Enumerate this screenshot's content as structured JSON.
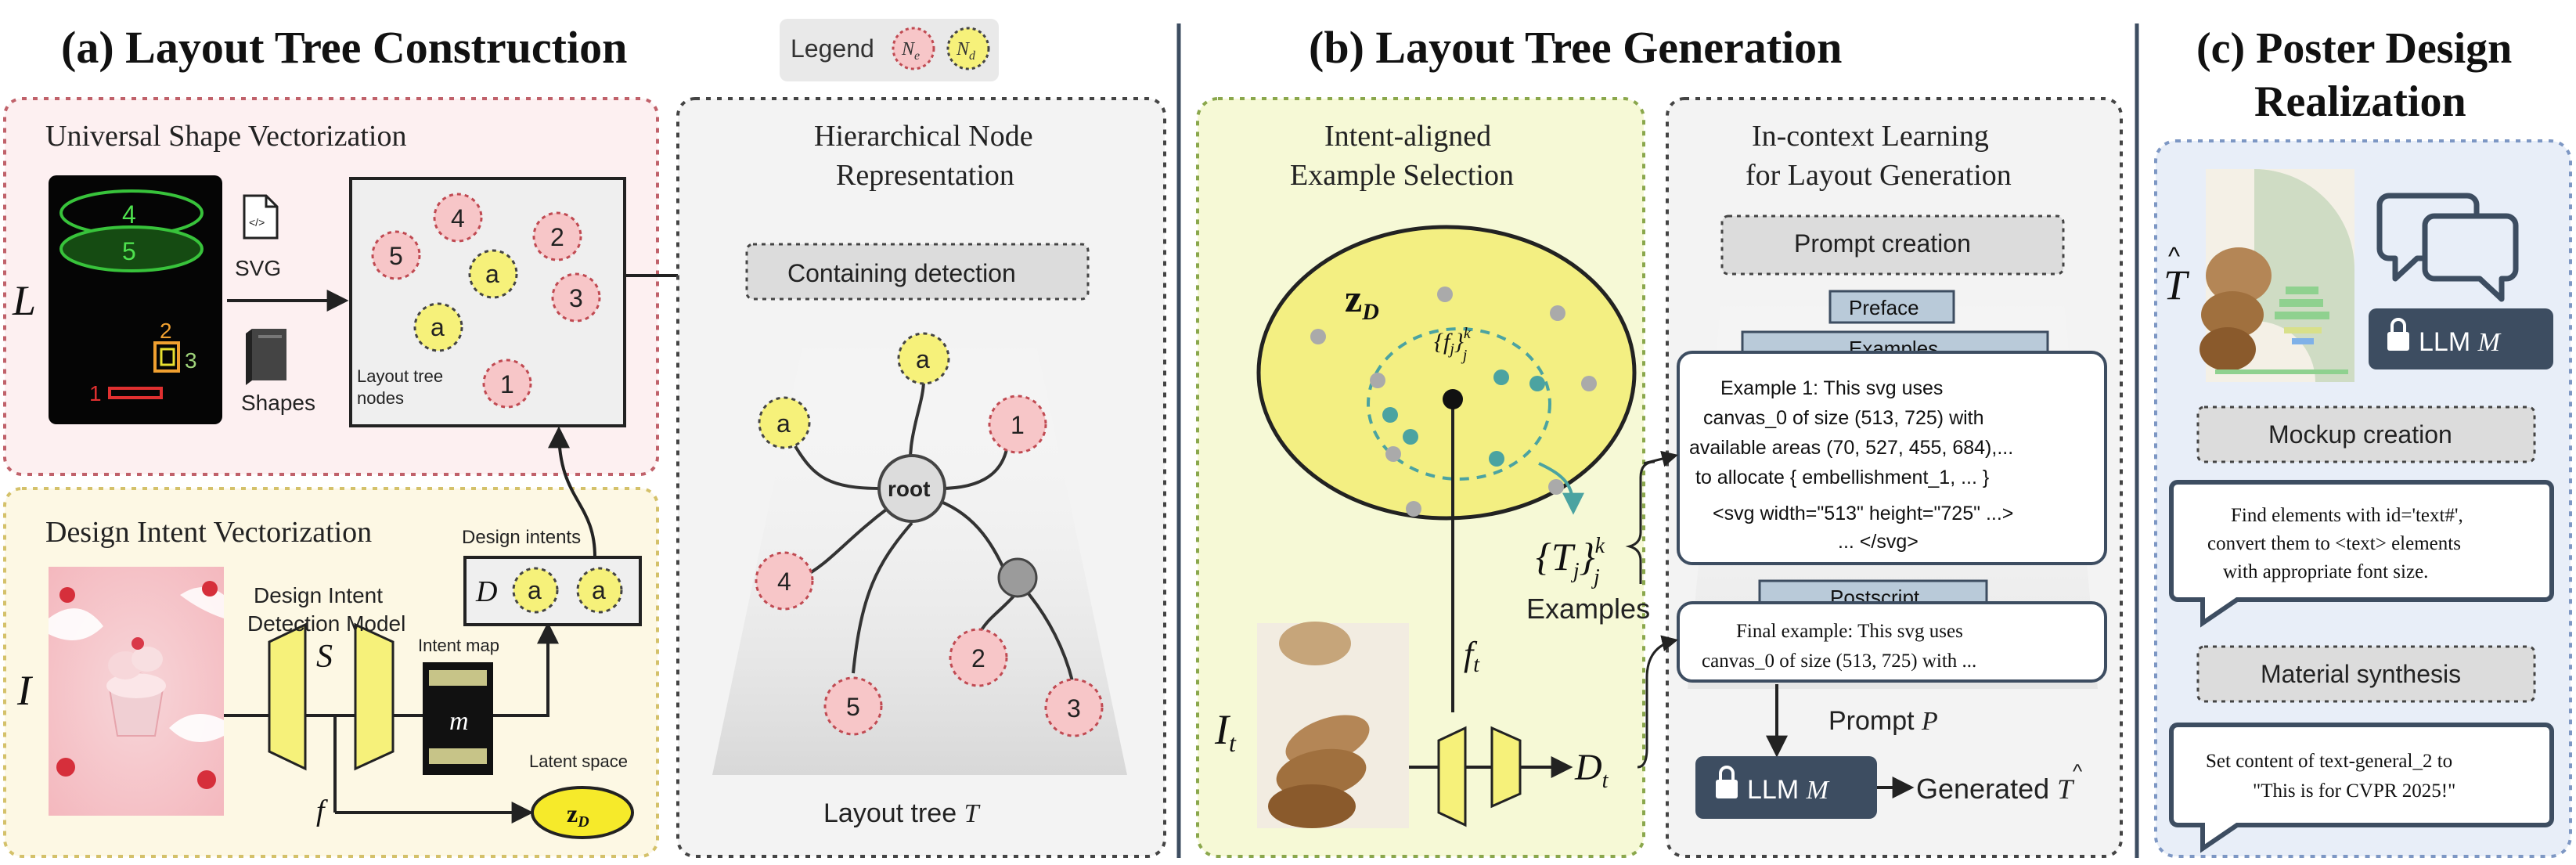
{
  "sections": {
    "a": {
      "title": "(a) Layout Tree Construction",
      "legend": {
        "label": "Legend",
        "ne": "N",
        "ne_sub": "e",
        "nd": "N",
        "nd_sub": "d"
      },
      "usv": {
        "title": "Universal Shape Vectorization",
        "input_symbol": "L",
        "poster_numbers": [
          "4",
          "5",
          "2",
          "3",
          "1"
        ],
        "svg_label": "SVG",
        "shapes_label": "Shapes",
        "nodes_label_1": "Layout tree",
        "nodes_label_2": "nodes",
        "nodes": [
          "4",
          "5",
          "a",
          "2",
          "3",
          "a",
          "1"
        ]
      },
      "div": {
        "title": "Design Intent Vectorization",
        "input_symbol": "I",
        "model_label_1": "Design Intent",
        "model_label_2": "Detection Model",
        "model_symbol": "S",
        "intents_label": "Design intents",
        "intent_set_symbol": "D",
        "intent_nodes": [
          "a",
          "a"
        ],
        "intent_map_label": "Intent map",
        "intent_map_symbol": "m",
        "latent_label": "Latent space",
        "latent_symbol": "z",
        "latent_sub": "D",
        "f_symbol": "f"
      },
      "hnr": {
        "title_1": "Hierarchical Node",
        "title_2": "Representation",
        "detect_label": "Containing detection",
        "tree_nodes": [
          "a",
          "a",
          "1",
          "root",
          "4",
          "2",
          "5",
          "3"
        ],
        "tree_caption": "Layout tree",
        "tree_symbol": "T"
      }
    },
    "b": {
      "title": "(b) Layout Tree Generation",
      "ies": {
        "title_1": "Intent-aligned",
        "title_2": "Example Selection",
        "space_symbol": "z",
        "space_sub": "D",
        "fset": "{f",
        "fset_sub": "j",
        "fset_close": "}",
        "fset_sup": "k",
        "fset_sub2": "j",
        "ft_symbol": "f",
        "ft_sub": "t",
        "It_symbol": "I",
        "It_sub": "t",
        "Dt_symbol": "D",
        "Dt_sub": "t",
        "tset": "{T",
        "tset_sub": "j",
        "tset_close": "}",
        "tset_sup": "k",
        "tset_sub2": "j",
        "examples_label": "Examples"
      },
      "icl": {
        "title_1": "In-context Learning",
        "title_2": "for Layout Generation",
        "prompt_creation": "Prompt creation",
        "preface": "Preface",
        "examples": "Examples",
        "example_lines": [
          "Example 1: This svg uses",
          "canvas_0 of size (513, 725) with",
          "available areas (70, 527, 455, 684),...",
          "to allocate { embellishment_1, ... }",
          "<svg width=\"513\" height=\"725\" ...>",
          "... </svg>"
        ],
        "postscript": "Postscript",
        "post_lines": [
          "Final example: This svg uses",
          "canvas_0 of size (513, 725) with ..."
        ],
        "prompt_label": "Prompt",
        "prompt_symbol": "P",
        "llm_label": "LLM",
        "llm_symbol": "M",
        "generated_label": "Generated",
        "generated_symbol": "T"
      }
    },
    "c": {
      "title_1": "(c) Poster Design",
      "title_2": "Realization",
      "t_hat_symbol": "T",
      "llm_label": "LLM",
      "llm_symbol": "M",
      "mockup_label": "Mockup creation",
      "mockup_lines": [
        "Find elements with id='text#',",
        "convert them to <text> elements",
        "with appropriate font size."
      ],
      "material_label": "Material synthesis",
      "material_lines": [
        "Set content of text-general_2 to",
        "\"This is for CVPR 2025!\""
      ]
    }
  },
  "colors": {
    "node_red": "#f7c6c8",
    "node_yellow": "#f6f17a",
    "panel_pink": "#fdf0f1",
    "panel_cream": "#fdf8e4",
    "panel_gray": "#f3f3f3",
    "panel_green": "#f6f9d6",
    "panel_blue": "#e8eef8",
    "accent_navy": "#3d4d61",
    "teal": "#4ba3a1"
  }
}
